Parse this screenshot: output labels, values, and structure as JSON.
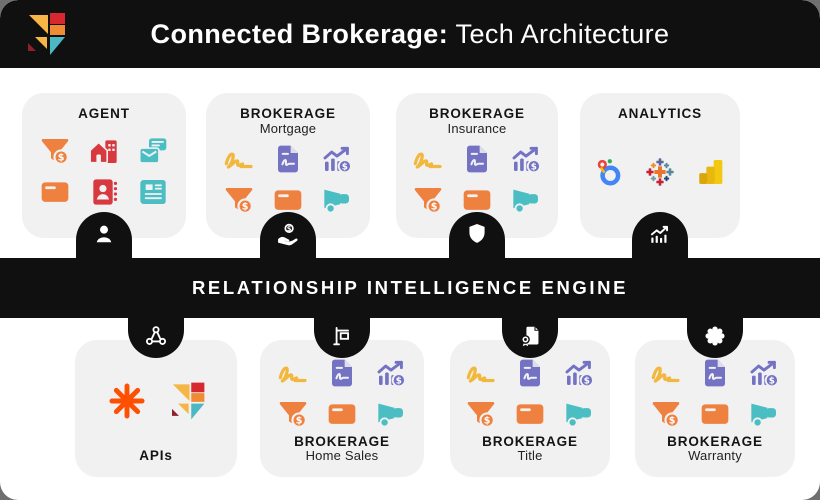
{
  "header": {
    "logo": "brand-mark-icon",
    "title_bold": "Connected Brokerage:",
    "title_regular": " Tech Architecture"
  },
  "engine_band": {
    "label": "RELATIONSHIP INTELLIGENCE ENGINE"
  },
  "top_cards": [
    {
      "id": "agent",
      "title": "AGENT",
      "subtitle": "",
      "icons": [
        "funnel-dollar-icon",
        "home-building-icon",
        "mail-transfer-icon",
        "card-window-icon",
        "contact-book-icon",
        "newspaper-icon"
      ],
      "connector_icon": "person-icon"
    },
    {
      "id": "brokerage-mortgage",
      "title": "BROKERAGE",
      "subtitle": "Mortgage",
      "icons": [
        "signature-icon",
        "contract-doc-icon",
        "chart-dollar-icon",
        "funnel-dollar-icon",
        "card-window-icon",
        "megaphone-icon"
      ],
      "connector_icon": "hand-dollar-icon"
    },
    {
      "id": "brokerage-insurance",
      "title": "BROKERAGE",
      "subtitle": "Insurance",
      "icons": [
        "signature-icon",
        "contract-doc-icon",
        "chart-dollar-icon",
        "funnel-dollar-icon",
        "card-window-icon",
        "megaphone-icon"
      ],
      "connector_icon": "shield-icon"
    },
    {
      "id": "analytics",
      "title": "ANALYTICS",
      "subtitle": "",
      "icons": [
        "looker-icon",
        "tableau-icon",
        "powerbi-icon"
      ],
      "connector_icon": "chart-trend-icon"
    }
  ],
  "bottom_cards": [
    {
      "id": "apis",
      "title": "APIs",
      "subtitle": "",
      "icons": [
        "zapier-icon",
        "brand-mark-icon"
      ],
      "connector_icon": "webhook-icon"
    },
    {
      "id": "brokerage-home-sales",
      "title": "BROKERAGE",
      "subtitle": "Home Sales",
      "icons": [
        "signature-icon",
        "contract-doc-icon",
        "chart-dollar-icon",
        "funnel-dollar-icon",
        "card-window-icon",
        "megaphone-icon"
      ],
      "connector_icon": "yard-sign-icon"
    },
    {
      "id": "brokerage-title",
      "title": "BROKERAGE",
      "subtitle": "Title",
      "icons": [
        "signature-icon",
        "contract-doc-icon",
        "chart-dollar-icon",
        "funnel-dollar-icon",
        "card-window-icon",
        "megaphone-icon"
      ],
      "connector_icon": "title-deed-icon"
    },
    {
      "id": "brokerage-warranty",
      "title": "BROKERAGE",
      "subtitle": "Warranty",
      "icons": [
        "signature-icon",
        "contract-doc-icon",
        "chart-dollar-icon",
        "funnel-dollar-icon",
        "card-window-icon",
        "megaphone-icon"
      ],
      "connector_icon": "warranty-seal-icon"
    }
  ],
  "colors": {
    "orange": "#EF8140",
    "red": "#D8393E",
    "teal": "#4BBEC3",
    "yellow": "#F2B83D",
    "purple": "#7472C3",
    "zapier_orange": "#FF4F00",
    "black": "#101010",
    "card_bg": "#F1F1F2",
    "brand_red": "#D7282F",
    "brand_orange": "#F08B33",
    "brand_yellow": "#F6B545",
    "brand_teal": "#4BB8C4",
    "brand_maroon": "#8E1F2C",
    "looker_blue": "#4285F4",
    "powerbi_yellow": "#F2C811"
  }
}
